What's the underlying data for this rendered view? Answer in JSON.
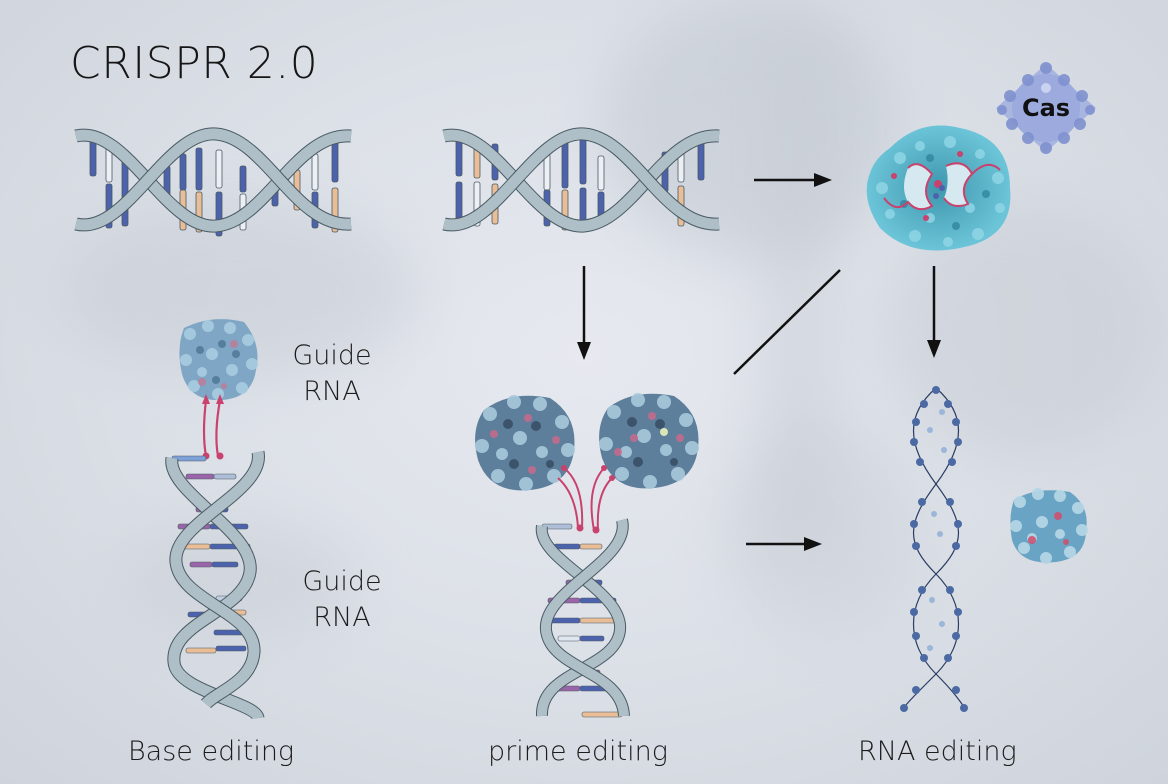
{
  "title": "CRISPR 2.0",
  "badge": {
    "label": "Cas",
    "color": "#8ea0d6"
  },
  "labels": {
    "guide_rna_top": [
      "Guide",
      "RNA"
    ],
    "guide_rna_bottom": [
      "Guide",
      "RNA"
    ],
    "base_editing": "Base editing",
    "prime_editing": "prime editing",
    "rna_editing": "RNA editing"
  },
  "colors": {
    "backbone": "#aebfc8",
    "backbone_stroke": "#4a5a63",
    "base_blue": "#4d62ac",
    "base_peach": "#e8bd98",
    "base_white": "#eceff3",
    "base_purple": "#9a64a8",
    "rna_pink": "#c9426e",
    "protein_cyan": "#5fb2c8",
    "protein_blue": "#7fa6c4",
    "arrow": "#111111"
  },
  "icons": [
    "dna-helix-icon",
    "protein-icon",
    "cas-badge-icon",
    "arrow-icon",
    "rna-strand-icon"
  ]
}
